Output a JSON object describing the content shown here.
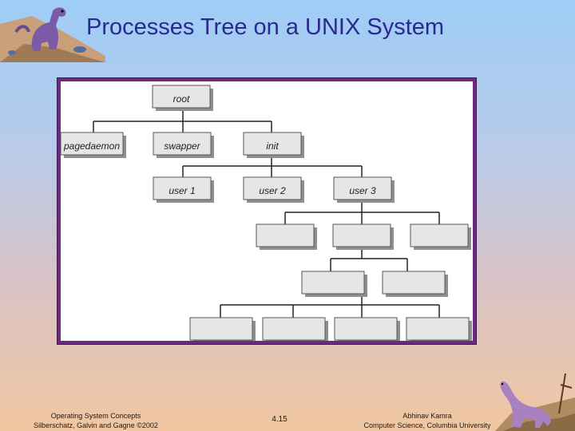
{
  "slide": {
    "title": "Processes Tree on a UNIX System"
  },
  "tree": {
    "nodes": {
      "root": "root",
      "pagedaemon": "pagedaemon",
      "swapper": "swapper",
      "init": "init",
      "user1": "user 1",
      "user2": "user 2",
      "user3": "user 3"
    }
  },
  "footer": {
    "left_line1": "Operating System Concepts",
    "left_line2": "Silberschatz, Galvin and  Gagne ©2002",
    "page": "4.15",
    "right_line1": "Abhinav Kamra",
    "right_line2": "Computer Science, Columbia University"
  },
  "colors": {
    "frame": "#6b2a80",
    "node_fill": "#e6e6e6",
    "node_shadow": "#8f8f8f",
    "title": "#2b2890"
  }
}
